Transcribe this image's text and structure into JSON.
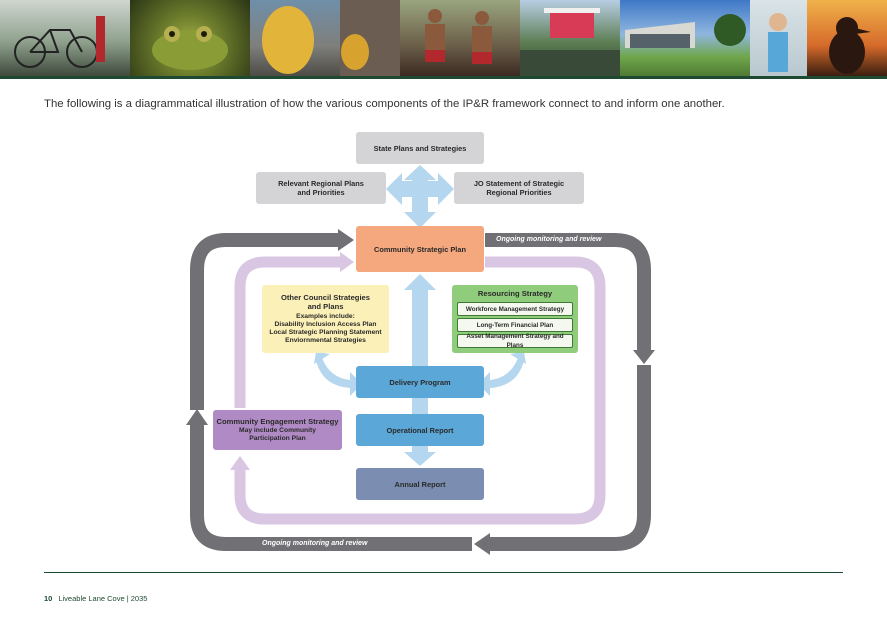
{
  "intro_text": "The following is a diagrammatical illustration of how the various components of the IP&R framework connect to and inform one another.",
  "diagram": {
    "state_plans": "State Plans and Strategies",
    "regional_plans": [
      "Relevant Regional Plans",
      "and Priorities"
    ],
    "jo_statement": [
      "JO Statement of Strategic",
      "Regional Priorities"
    ],
    "community_strategic_plan": "Community Strategic Plan",
    "other_council": {
      "title": [
        "Other Council Strategies",
        "and Plans"
      ],
      "examples_heading": "Examples include:",
      "items": [
        "Disability Inclusion Access Plan",
        "Local Strategic Planning Statement",
        "Enviornmental Strategies"
      ]
    },
    "resourcing": {
      "title": "Resourcing Strategy",
      "items": [
        "Workforce Management Strategy",
        "Long-Term Financial Plan",
        "Asset Management Strategy and Plans"
      ]
    },
    "delivery_program": "Delivery Program",
    "engagement": {
      "title": "Community Engagement Strategy",
      "sub": [
        "May include Community",
        "Participation Plan"
      ]
    },
    "operational_report": "Operational Report",
    "annual_report": "Annual Report",
    "monitoring_top": "Ongoing monitoring and review",
    "monitoring_bottom": "Ongoing monitoring and review",
    "colors": {
      "csp": "#f5a77e",
      "other": "#fbf0b7",
      "resourcing": "#8fcc7c",
      "delivery": "#5ba7d7",
      "operational": "#5ba7d7",
      "annual": "#7b8db0",
      "engagement": "#b08ac4",
      "grey_loop": "#717175",
      "lilac_loop": "#d8c6e3",
      "light_arrow": "#b4d6ee"
    }
  },
  "footer": {
    "page_number": "10",
    "doc_title": "Liveable Lane Cove  |  2035"
  }
}
